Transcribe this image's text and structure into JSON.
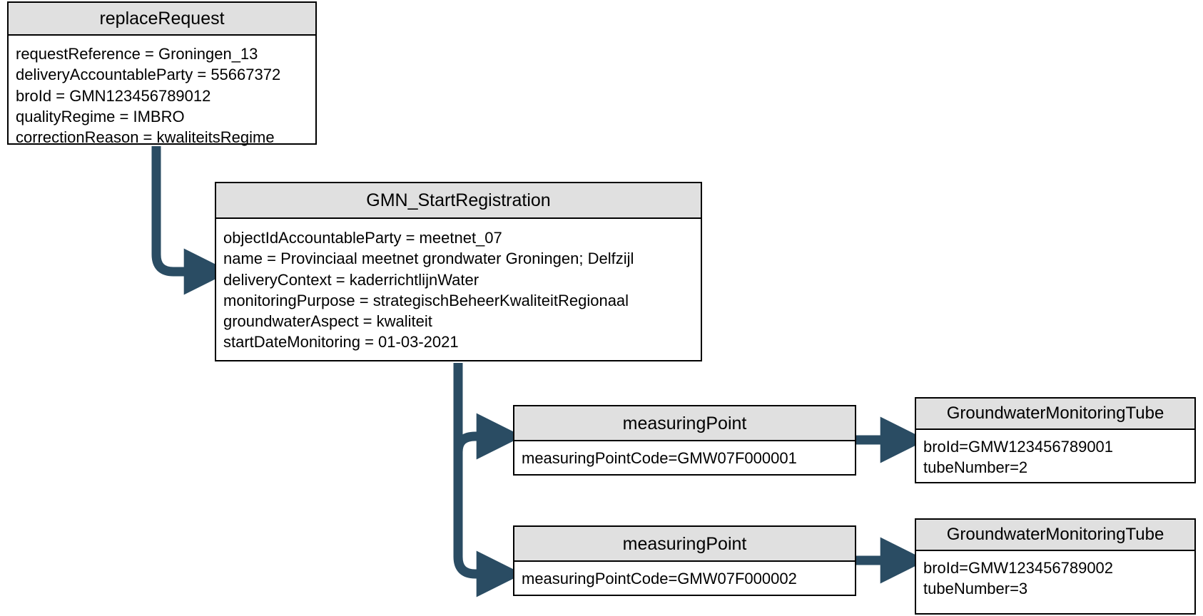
{
  "diagram": {
    "title": "GMN replaceRequest object model",
    "accent_color": "#2a4c63",
    "header_fill": "#e0e0e0",
    "border_color": "#000000",
    "nodes": {
      "replace_request": {
        "title": "replaceRequest",
        "attributes": [
          "requestReference = Groningen_13",
          "deliveryAccountableParty = 55667372",
          "broId = GMN123456789012",
          "qualityRegime = IMBRO",
          "correctionReason = kwaliteitsRegime"
        ]
      },
      "gmn_start_registration": {
        "title": "GMN_StartRegistration",
        "attributes": [
          "objectIdAccountableParty = meetnet_07",
          "name = Provinciaal meetnet grondwater Groningen; Delfzijl",
          "deliveryContext = kaderrichtlijnWater",
          "monitoringPurpose = strategischBeheerKwaliteitRegionaal",
          "groundwaterAspect = kwaliteit",
          "startDateMonitoring = 01-03-2021"
        ]
      },
      "measuring_point_1": {
        "title": "measuringPoint",
        "attributes": [
          "measuringPointCode=GMW07F000001"
        ]
      },
      "measuring_point_2": {
        "title": "measuringPoint",
        "attributes": [
          "measuringPointCode=GMW07F000002"
        ]
      },
      "tube_1": {
        "title": "GroundwaterMonitoringTube",
        "attributes": [
          "broId=GMW123456789001",
          "tubeNumber=2"
        ]
      },
      "tube_2": {
        "title": "GroundwaterMonitoringTube",
        "attributes": [
          "broId=GMW123456789002",
          "tubeNumber=3"
        ]
      }
    },
    "connectors": [
      {
        "name": "replace-request-to-gmn-start",
        "from": "replace_request",
        "to": "gmn_start_registration"
      },
      {
        "name": "gmn-start-to-measuring-point-1",
        "from": "gmn_start_registration",
        "to": "measuring_point_1"
      },
      {
        "name": "gmn-start-to-measuring-point-2",
        "from": "gmn_start_registration",
        "to": "measuring_point_2"
      },
      {
        "name": "measuring-point-1-to-tube-1",
        "from": "measuring_point_1",
        "to": "tube_1"
      },
      {
        "name": "measuring-point-2-to-tube-2",
        "from": "measuring_point_2",
        "to": "tube_2"
      }
    ]
  }
}
